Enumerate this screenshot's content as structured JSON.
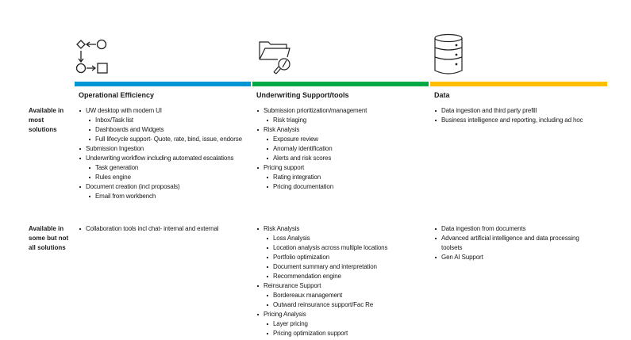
{
  "colors": {
    "operational": "#0096d6",
    "underwriting": "#00a846",
    "data": "#ffbf00"
  },
  "columns": [
    {
      "title": "Operational Efficiency",
      "icon": "workflow-icon"
    },
    {
      "title": "Underwriting Support/tools",
      "icon": "folder-search-icon"
    },
    {
      "title": "Data",
      "icon": "database-icon"
    }
  ],
  "rows": [
    {
      "label": "Available in most solutions"
    },
    {
      "label": "Available in some but not all solutions"
    }
  ],
  "cells": {
    "r0c0": [
      {
        "t": "UW desktop with modern UI",
        "s": [
          "Inbox/Task list",
          "Dashboards and Widgets",
          "Full lifecycle support- Quote, rate, bind, issue, endorse"
        ]
      },
      {
        "t": "Submission Ingestion",
        "s": []
      },
      {
        "t": "Underwriting workflow including automated escalations",
        "s": [
          "Task generation",
          "Rules engine"
        ]
      },
      {
        "t": "Document creation (incl proposals)",
        "s": [
          "Email from workbench"
        ]
      }
    ],
    "r0c1": [
      {
        "t": "Submission prioritization/management",
        "s": [
          "Risk triaging"
        ]
      },
      {
        "t": "Risk Analysis",
        "s": [
          "Exposure review",
          "Anomaly identification",
          "Alerts and risk scores"
        ]
      },
      {
        "t": "Pricing support",
        "s": [
          "Rating integration",
          "Pricing documentation"
        ]
      }
    ],
    "r0c2": [
      {
        "t": "Data ingestion and third party prefill",
        "s": []
      },
      {
        "t": "Business intelligence and reporting, including ad hoc",
        "s": []
      }
    ],
    "r1c0": [
      {
        "t": "Collaboration tools incl chat- internal and external",
        "s": []
      }
    ],
    "r1c1": [
      {
        "t": "Risk Analysis",
        "s": [
          "Loss Analysis",
          "Location analysis across multiple locations",
          "Portfolio optimization",
          "Document summary and interpretation",
          "Recommendation engine"
        ]
      },
      {
        "t": "Reinsurance Support",
        "s": [
          "Bordereaux management",
          "Outward reinsurance support/Fac Re"
        ]
      },
      {
        "t": "Pricing Analysis",
        "s": [
          "Layer pricing",
          "Pricing optimization support"
        ]
      }
    ],
    "r1c2": [
      {
        "t": "Data ingestion from documents",
        "s": []
      },
      {
        "t": "Advanced artificial intelligence and data processing toolsets",
        "s": []
      },
      {
        "t": "Gen AI Support",
        "s": []
      }
    ]
  }
}
